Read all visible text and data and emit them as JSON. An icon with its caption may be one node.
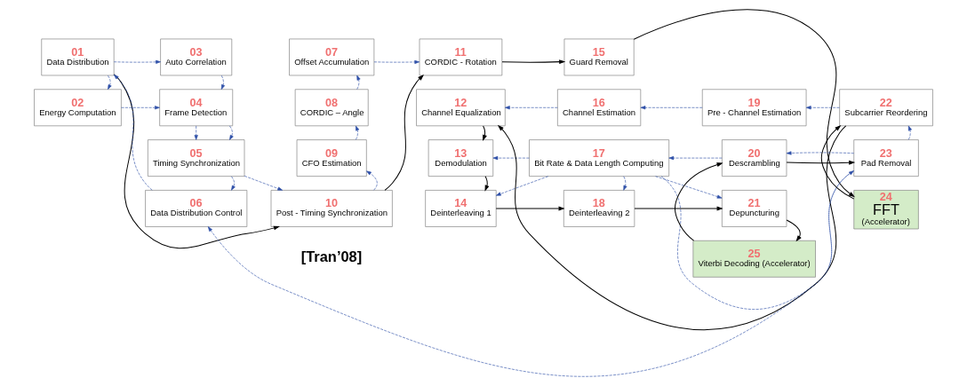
{
  "diagram": {
    "nodes": [
      {
        "text": [
          "01",
          "Data Distribution"
        ]
      },
      {
        "text": [
          "02",
          "Energy Computation"
        ]
      },
      {
        "text": [
          "03",
          "Auto Correlation"
        ]
      },
      {
        "text": [
          "04",
          "Frame Detection"
        ]
      },
      {
        "text": [
          "05",
          "Timing Synchronization"
        ]
      },
      {
        "text": [
          "06",
          "Data Distribution Control"
        ]
      },
      {
        "text": [
          "07",
          "Offset Accumulation"
        ]
      },
      {
        "text": [
          "08",
          "CORDIC – Angle"
        ]
      },
      {
        "text": [
          "09",
          "CFO Estimation"
        ]
      },
      {
        "text": [
          "10",
          "Post - Timing Synchronization"
        ]
      },
      {
        "text": [
          "11",
          "CORDIC - Rotation"
        ]
      },
      {
        "text": [
          "12",
          "Channel Equalization"
        ]
      },
      {
        "text": [
          "13",
          "Demodulation"
        ]
      },
      {
        "text": [
          "14",
          "Deinterleaving 1"
        ]
      },
      {
        "text": [
          "15",
          "Guard Removal"
        ]
      },
      {
        "text": [
          "16",
          "Channel Estimation"
        ]
      },
      {
        "text": [
          "17",
          "Bit Rate & Data Length Computing"
        ]
      },
      {
        "text": [
          "18",
          "Deinterleaving 2"
        ]
      },
      {
        "text": [
          "19",
          "Pre - Channel Estimation"
        ]
      },
      {
        "text": [
          "20",
          "Descrambling"
        ]
      },
      {
        "text": [
          "21",
          "Depuncturing"
        ]
      },
      {
        "text": [
          "22",
          "Subcarrier Reordering"
        ]
      },
      {
        "text": [
          "23",
          "Pad Removal"
        ]
      },
      {
        "text": [
          "24",
          "FFT",
          "(Accelerator)"
        ]
      },
      {
        "text": [
          "25",
          "Viterbi Decoding (Accelerator)"
        ]
      }
    ],
    "edges": [
      {
        "from": 0,
        "to": 9,
        "arrow": "to",
        "color": "#000000"
      },
      {
        "from": 9,
        "to": 10,
        "arrow": "to",
        "color": "#000000"
      },
      {
        "from": 10,
        "to": 14,
        "arrow": "to",
        "color": "#000000"
      },
      {
        "from": 14,
        "to": 23,
        "arrow": "to",
        "color": "#000000"
      },
      {
        "from": 23,
        "to": 21,
        "arrow": "to",
        "color": "#000000"
      },
      {
        "from": 21,
        "to": 11,
        "arrow": "to",
        "color": "#000000"
      },
      {
        "from": 11,
        "to": 12,
        "arrow": "to",
        "color": "#000000"
      },
      {
        "from": 12,
        "to": 13,
        "arrow": "to",
        "color": "#000000"
      },
      {
        "from": 13,
        "to": 17,
        "arrow": "to",
        "color": "#000000"
      },
      {
        "from": 17,
        "to": 20,
        "arrow": "to",
        "color": "#000000"
      },
      {
        "from": 20,
        "to": 24,
        "arrow": "to",
        "color": "#000000"
      },
      {
        "from": 24,
        "to": 19,
        "arrow": "to",
        "color": "#000000"
      },
      {
        "from": 19,
        "to": 22,
        "arrow": "to",
        "color": "#000000"
      },
      {
        "from": 0,
        "to": 2,
        "arrow": "to",
        "style": "dashed"
      },
      {
        "from": 5,
        "to": 0,
        "arrow": "to",
        "style": "dashed"
      },
      {
        "from": 0,
        "to": 1,
        "arrow": "to",
        "style": "dashed"
      },
      {
        "from": 1,
        "to": 3,
        "arrow": "to",
        "style": "dashed"
      },
      {
        "from": 2,
        "to": 3,
        "arrow": "to",
        "style": "dashed"
      },
      {
        "from": 3,
        "to": 4,
        "arrow": "to",
        "style": "dashed"
      },
      {
        "from": 3,
        "to": 4,
        "arrow": "to",
        "style": "dashed"
      },
      {
        "from": 4,
        "to": 5,
        "arrow": "to",
        "style": "dashed"
      },
      {
        "from": 4,
        "to": 9,
        "arrow": "to",
        "style": "dashed"
      },
      {
        "from": 9,
        "to": 8,
        "arrow": "to",
        "style": "dashed"
      },
      {
        "from": 8,
        "to": 7,
        "arrow": "to",
        "style": "dashed"
      },
      {
        "from": 7,
        "to": 6,
        "arrow": "to",
        "style": "dashed"
      },
      {
        "from": 6,
        "to": 10,
        "arrow": "to",
        "style": "dashed"
      },
      {
        "from": 21,
        "to": 18,
        "arrow": "to",
        "style": "dashed"
      },
      {
        "from": 18,
        "to": 15,
        "arrow": "to",
        "style": "dashed"
      },
      {
        "from": 15,
        "to": 11,
        "arrow": "to",
        "style": "dashed"
      },
      {
        "from": 22,
        "to": 21,
        "arrow": "to",
        "style": "dashed"
      },
      {
        "from": 22,
        "to": 19,
        "arrow": "to",
        "style": "dashed"
      },
      {
        "from": 19,
        "to": 16,
        "arrow": "to",
        "style": "dashed"
      },
      {
        "from": 16,
        "to": 22,
        "arrow": "to",
        "style": "dashed"
      },
      {
        "from": 16,
        "to": 12,
        "arrow": "to",
        "style": "dashed"
      },
      {
        "from": 16,
        "to": 17,
        "arrow": "to",
        "style": "dashed"
      },
      {
        "from": 16,
        "to": 20,
        "arrow": "to",
        "style": "dashed"
      },
      {
        "from": 16,
        "to": 13,
        "arrow": "to",
        "style": "dashed"
      },
      {
        "from": 22,
        "to": 5,
        "arrow": "to",
        "style": "dashed"
      }
    ],
    "labels": [
      "[Tran’08]"
    ]
  }
}
